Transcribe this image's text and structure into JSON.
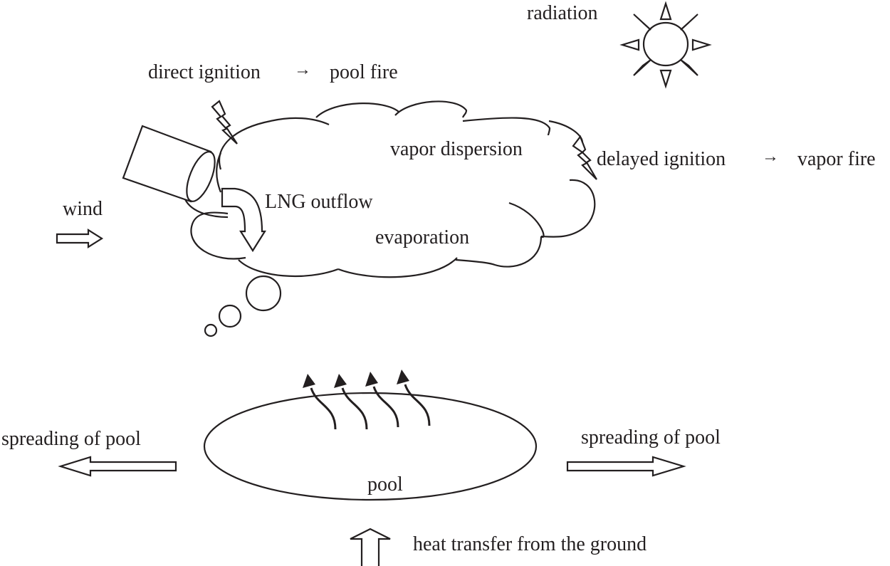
{
  "labels": {
    "radiation": "radiation",
    "direct_ignition": "direct ignition",
    "arrow1": "→",
    "pool_fire": "pool fire",
    "vapor_dispersion": "vapor dispersion",
    "delayed_ignition": "delayed ignition",
    "arrow2": "→",
    "vapor_fire": "vapor fire",
    "wind": "wind",
    "lng_outflow": "LNG outflow",
    "evaporation": "evaporation",
    "spreading_left": "spreading of pool",
    "spreading_right": "spreading of pool",
    "pool": "pool",
    "heat_transfer": "heat transfer from the ground"
  },
  "icons": [
    "sun-icon",
    "lightning-icon",
    "pipe-icon",
    "cloud-icon",
    "arrow-icon"
  ],
  "colors": {
    "ink": "#231f20",
    "background": "#ffffff"
  }
}
